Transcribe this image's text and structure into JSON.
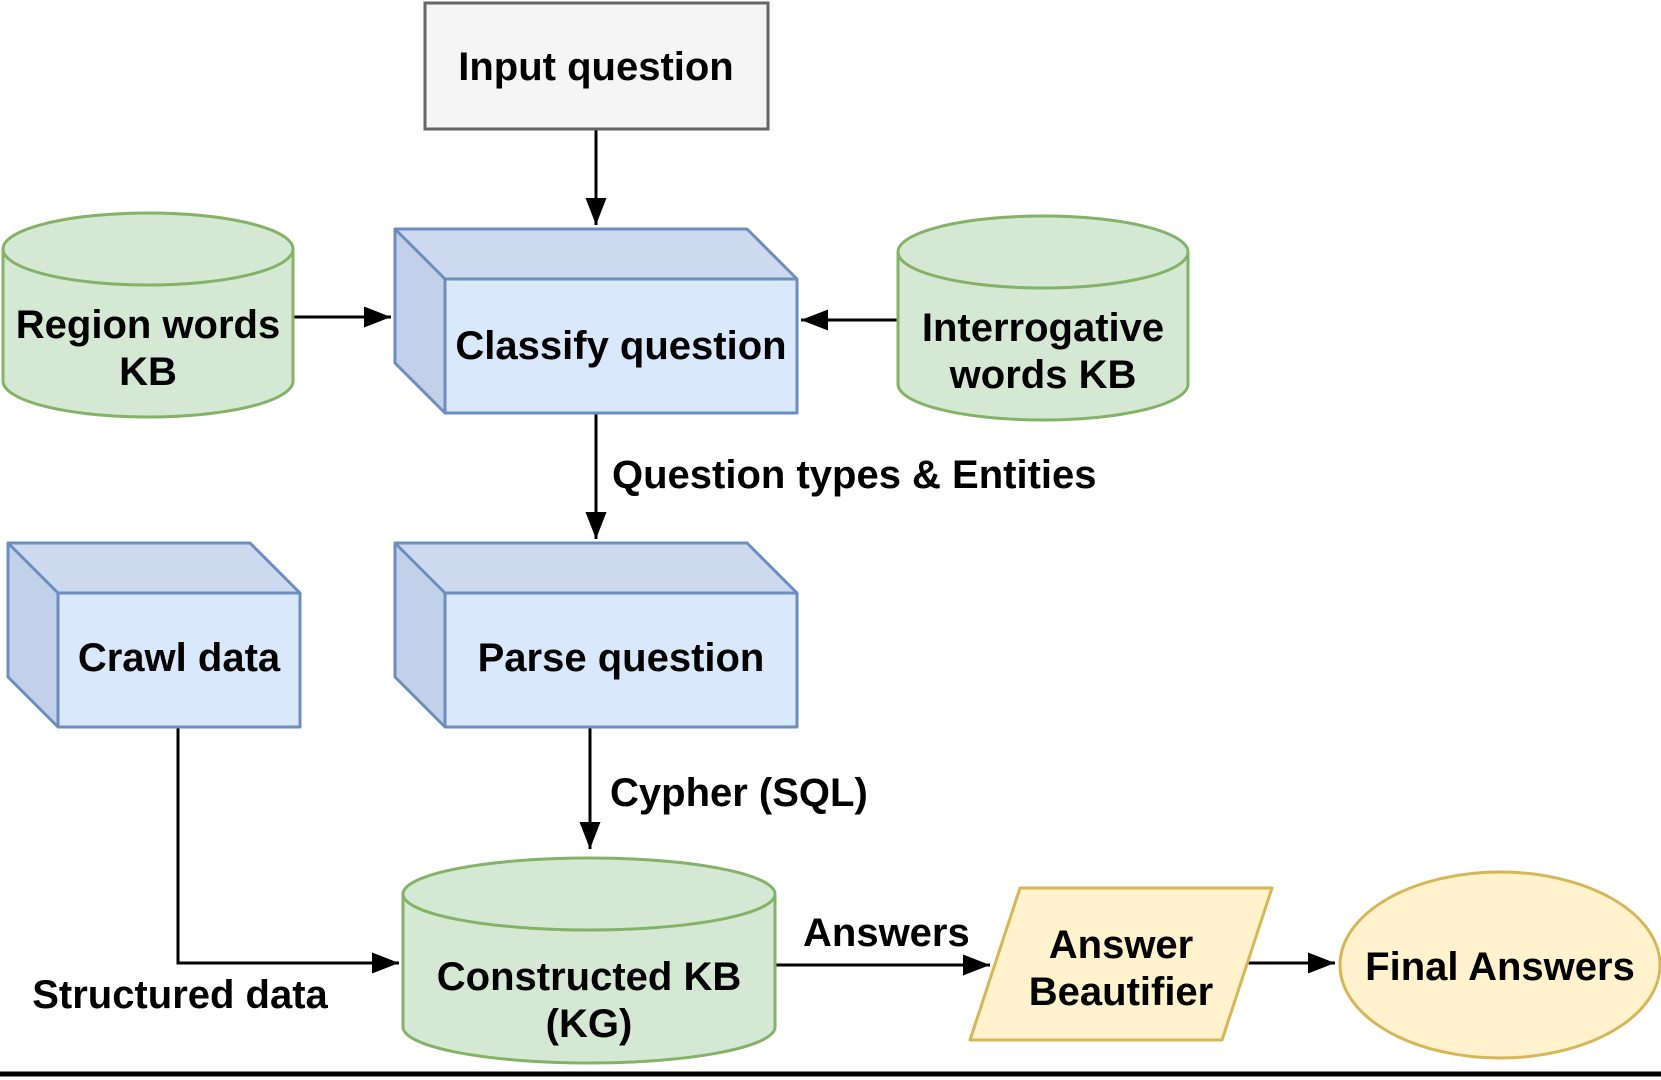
{
  "figure": {
    "type": "flowchart",
    "background": "#ffffff",
    "bottom_rule_color": "#000000"
  },
  "palette": {
    "process_fill": "#dae8fc",
    "process_fill_top": "#cdd9ee",
    "process_fill_side": "#c2d1e9",
    "process_stroke": "#6c8ebf",
    "datastore_fill": "#d5e8d4",
    "datastore_stroke": "#82b366",
    "terminal_fill": "#f5f5f5",
    "terminal_stroke": "#666666",
    "terminal_text": "#404040",
    "output_fill": "#fff2cc",
    "output_stroke": "#d6b656",
    "arrow_color": "#000000",
    "label_color": "#000000"
  },
  "nodes": {
    "input_question": {
      "shape": "rectangle",
      "label": "Input question"
    },
    "region_words_kb": {
      "shape": "cylinder",
      "line1": "Region words",
      "line2": "KB"
    },
    "classify_question": {
      "shape": "cube",
      "label": "Classify question"
    },
    "interrogative_words_kb": {
      "shape": "cylinder",
      "line1": "Interrogative",
      "line2": "words KB"
    },
    "crawl_data": {
      "shape": "cube",
      "label": "Crawl data"
    },
    "parse_question": {
      "shape": "cube",
      "label": "Parse question"
    },
    "constructed_kb": {
      "shape": "cylinder",
      "line1": "Constructed KB",
      "line2": "(KG)"
    },
    "answer_beautifier": {
      "shape": "parallelogram",
      "line1": "Answer",
      "line2": "Beautifier"
    },
    "final_answers": {
      "shape": "ellipse",
      "label": "Final Answers"
    }
  },
  "edges": {
    "input_to_classify": {
      "from": "input_question",
      "to": "classify_question",
      "label": ""
    },
    "region_to_classify": {
      "from": "region_words_kb",
      "to": "classify_question",
      "label": ""
    },
    "interrogative_to_classify": {
      "from": "interrogative_words_kb",
      "to": "classify_question",
      "label": ""
    },
    "classify_to_parse": {
      "from": "classify_question",
      "to": "parse_question",
      "label": "Question types & Entities"
    },
    "parse_to_kb": {
      "from": "parse_question",
      "to": "constructed_kb",
      "label": "Cypher (SQL)"
    },
    "crawl_to_kb": {
      "from": "crawl_data",
      "to": "constructed_kb",
      "label": "Structured data"
    },
    "kb_to_beautifier": {
      "from": "constructed_kb",
      "to": "answer_beautifier",
      "label": "Answers"
    },
    "beautifier_to_final": {
      "from": "answer_beautifier",
      "to": "final_answers",
      "label": ""
    }
  }
}
